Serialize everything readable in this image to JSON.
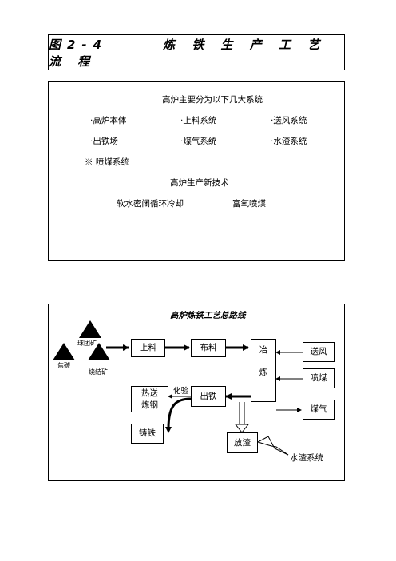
{
  "title": "图2-4　　　炼 铁 生 产 工 艺 流 程",
  "overview": {
    "heading": "高炉主要分为以下几大系统",
    "systems": [
      "·高炉本体",
      "·上料系统",
      "·送风系统",
      "·出铁场",
      "·煤气系统",
      "·水渣系统"
    ],
    "extra": "※ 喷煤系统",
    "tech_heading": "高炉生产新技术",
    "tech_items": [
      "软水密闭循环冷却",
      "富氧喷煤"
    ]
  },
  "route": {
    "title": "高炉炼铁工艺总路线",
    "raw_materials": [
      "球团矿",
      "焦碳",
      "烧结矿"
    ],
    "nodes": {
      "shangliao": "上料",
      "buliao": "布料",
      "yelian": "冶\n\n炼",
      "songfeng": "送风",
      "penmei": "喷煤",
      "meiqi": "煤气",
      "chutie": "出铁",
      "resong": "热送\n炼钢",
      "zhutie": "铸铁",
      "fangzha": "放渣"
    },
    "labels": {
      "huayan": "化验",
      "shuizha": "水渣系统"
    }
  }
}
